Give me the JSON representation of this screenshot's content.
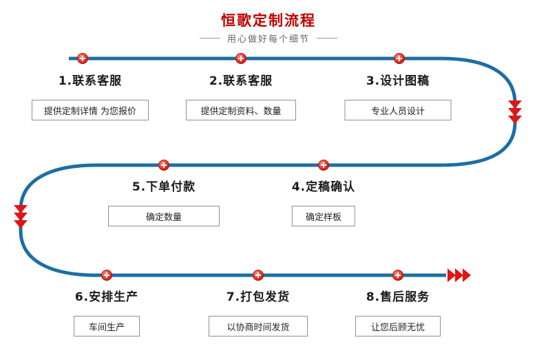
{
  "header": {
    "title": "恒歌定制流程",
    "subtitle": "用心做好每个细节"
  },
  "colors": {
    "title": "#c00000",
    "subtitle": "#666666",
    "line": "#1c6ea4",
    "arrow": "#e01515",
    "node": "#e02b20",
    "box_border": "#8f8f8f",
    "text": "#1a1a1a"
  },
  "steps": [
    {
      "title": "1.联系客服",
      "description": "提供定制详情 为您报价"
    },
    {
      "title": "2.联系客服",
      "description": "提供定制资料、数量"
    },
    {
      "title": "3.设计图稿",
      "description": "专业人员设计"
    },
    {
      "title": "4.定稿确认",
      "description": "确定样板"
    },
    {
      "title": "5.下单付款",
      "description": "确定数量"
    },
    {
      "title": "6.安排生产",
      "description": "车间生产"
    },
    {
      "title": "7.打包发货",
      "description": "以协商时间发货"
    },
    {
      "title": "8.售后服务",
      "description": "让您后顾无忧"
    }
  ],
  "icons": {
    "node": "plus-node-icon",
    "right_turn": "triple-arrow-down-icon",
    "left_turn": "triple-arrow-down-icon",
    "end": "triple-arrow-right-icon"
  }
}
